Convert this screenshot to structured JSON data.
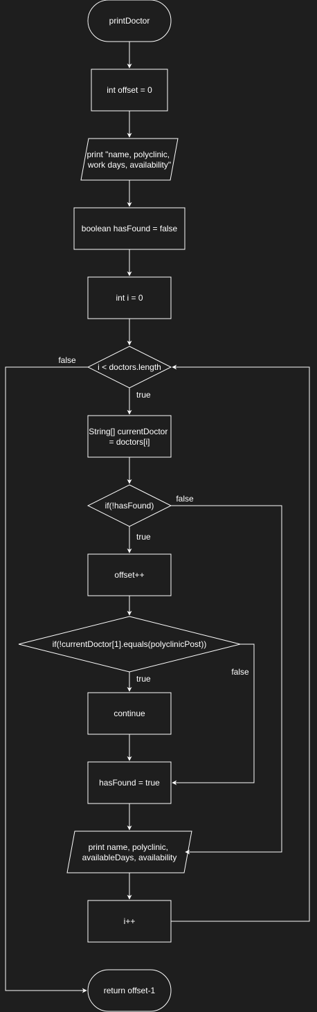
{
  "colors": {
    "background": "#1e1e1e",
    "stroke": "#ffffff",
    "text": "#ffffff"
  },
  "nodes": {
    "start": {
      "lines": [
        "printDoctor"
      ]
    },
    "offset_init": {
      "lines": [
        "int offset = 0"
      ]
    },
    "print_header": {
      "lines": [
        "print \"name, polyclinic,",
        "work days, availability\""
      ]
    },
    "has_found_init": {
      "lines": [
        "boolean hasFound = false"
      ]
    },
    "i_init": {
      "lines": [
        "int i = 0"
      ]
    },
    "loop_cond": {
      "lines": [
        "i < doctors.length"
      ]
    },
    "current_doctor": {
      "lines": [
        "String[] currentDoctor",
        "= doctors[i]"
      ]
    },
    "if_not_found": {
      "lines": [
        "if(!hasFound)"
      ]
    },
    "offset_inc": {
      "lines": [
        "offset++"
      ]
    },
    "if_polyclinic": {
      "lines": [
        "if(!currentDoctor[1].equals(polyclinicPost))"
      ]
    },
    "continue": {
      "lines": [
        "continue"
      ]
    },
    "set_found": {
      "lines": [
        "hasFound = true"
      ]
    },
    "print_doctor": {
      "lines": [
        "print name, polyclinic,",
        "availableDays, availability"
      ]
    },
    "i_inc": {
      "lines": [
        "i++"
      ]
    },
    "return": {
      "lines": [
        "return offset-1"
      ]
    }
  },
  "edge_labels": {
    "loop_false": "false",
    "loop_true": "true",
    "found_false": "false",
    "found_true": "true",
    "poly_true": "true",
    "poly_false": "false"
  }
}
